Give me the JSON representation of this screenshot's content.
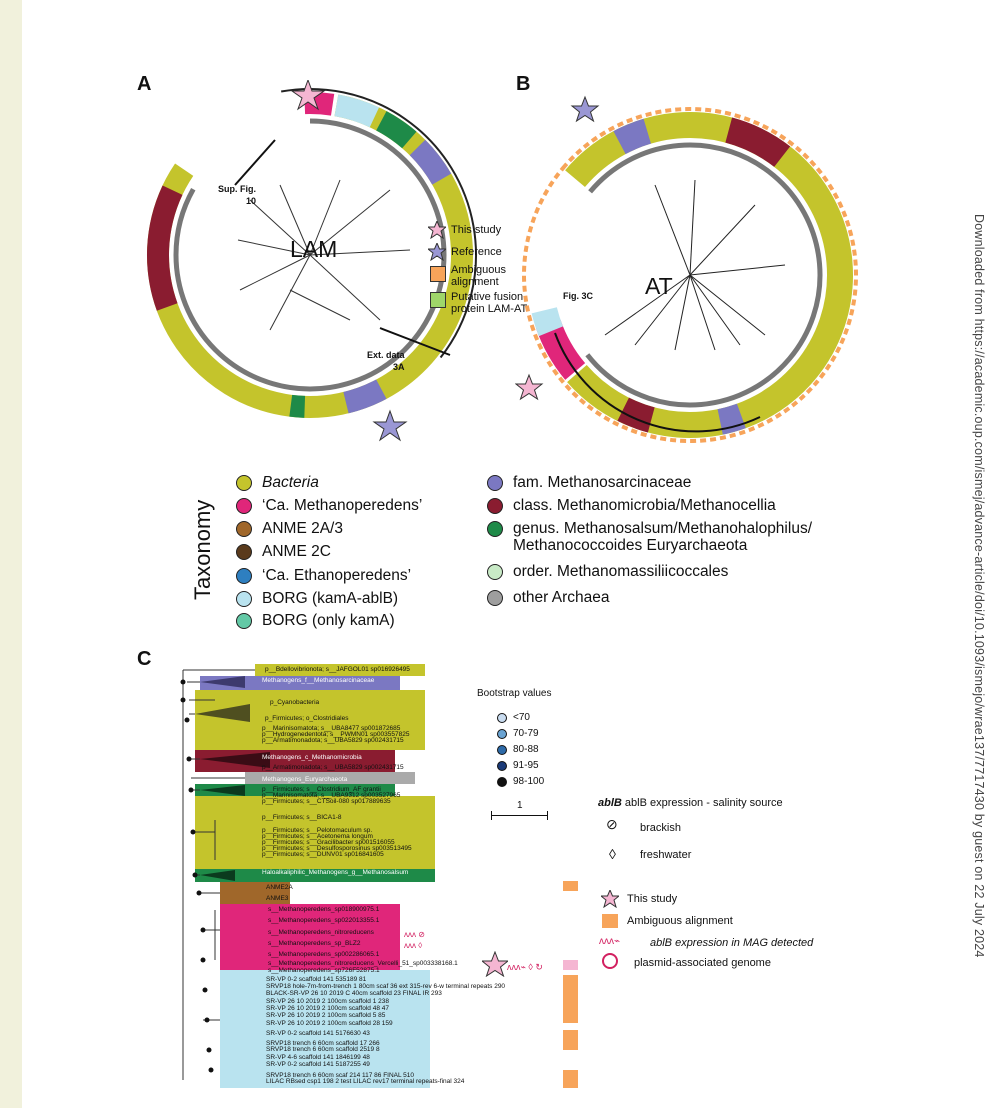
{
  "side_note": "Downloaded from https://academic.oup.com/ismej/advance-article/doi/10.1093/ismejo/wrae137/7717430 by guest on 22 July 2024",
  "panels": {
    "a": "A",
    "b": "B",
    "c": "C"
  },
  "tree_a": {
    "center": "LAM",
    "sup_fig": "Sup. Fig.\n10",
    "ext_data": "Ext. data\n3A"
  },
  "tree_b": {
    "center": "AT",
    "fig": "Fig. 3C"
  },
  "ab_legend": {
    "this_study": "This study",
    "reference": "Reference",
    "ambiguous": "Ambiguous alignment",
    "fusion": "Putative fusion protein LAM-AT"
  },
  "taxonomy": {
    "title": "Taxonomy",
    "left": [
      {
        "label": "Bacteria",
        "color": "#c4c42c"
      },
      {
        "label": "‘Ca. Methanoperedens’",
        "color": "#e0267a"
      },
      {
        "label": "ANME 2A/3",
        "color": "#a0672a"
      },
      {
        "label": "ANME 2C",
        "color": "#5a3a1c"
      },
      {
        "label": "‘Ca. Ethanoperedens’",
        "color": "#2e7fc0"
      },
      {
        "label": "BORG (kamA-ablB)",
        "color": "#b9e3ef"
      },
      {
        "label": "BORG (only kamA)",
        "color": "#63c9a6"
      }
    ],
    "right": [
      {
        "label": "fam. Methanosarcinaceae",
        "color": "#7b78c2"
      },
      {
        "label": "class. Methanomicrobia/Methanocellia",
        "color": "#8a1c30"
      },
      {
        "label": "genus. Methanosalsum/Methanohalophilus/ Methanococcoides Euryarchaeota",
        "color": "#1e8a48"
      },
      {
        "label": "order. Methanomassiliicoccales",
        "color": "#c8eac6"
      },
      {
        "label": "other Archaea",
        "color": "#9e9e9e"
      }
    ]
  },
  "panel_c": {
    "labels": [
      "p__Bdellovibrionota; s__JAFGOL01 sp016926495",
      "Methanogens_f__Methanosarcinaceae",
      "p_Cyanobacteria",
      "p_Firmicutes; o_Clostridiales",
      "p__Marinisomatota; s__UBA8477 sp001872685",
      "p__Hydrogenedentota; s__PWMN01 sp003557825",
      "p__Armatimonadota; s__UBA5829 sp002431715",
      "Methanogens_c_Methanomicrobia",
      "p__Armatimonadota; s__UBA5829 sp002431715",
      "Methanogens_Euryarchaeota",
      "p__Firmicutes; s__Clostridium_AF grantii",
      "p__Marinisomatota; s__UBA9312 sp003527965",
      "p__Firmicutes; s__CTSoil-080 sp017889635",
      "p__Firmicutes; s__BICA1-8",
      "p__Firmicutes; s__Pelotomaculum sp.",
      "p__Firmicutes; s__Acetonema longum",
      "p__Firmicutes; s__Gracilibacter sp001516055",
      "p__Firmicutes; s__Desulfosporosinus sp003513495",
      "p__Firmicutes; s__DUNV01 sp016841605",
      "Haloalkaliphilic_Methanogens_g__Methanosalsum",
      "ANME2A",
      "ANME3",
      "s__Methanoperedens_sp018900975.1",
      "s__Methanoperedens_sp022013355.1",
      "s__Methanoperedens_nitroreducens",
      "s__Methanoperedens_sp_BLZ2",
      "s__Methanoperedens_sp002286065.1",
      "s__Methanoperedens_nitroreducens_Vercelli_51_sp003338168.1",
      "s__Methanoperedens_sp726F52875.1",
      "SR-VP 0-2 scaffold 141 535189 81",
      "SRVP18 hole-7m-from-trench 1 80cm scaf 36 ext 315-rev 6-w terminal repeats 290",
      "BLACK-SR-VP 26 10 2019 C 40cm scaffold 23 FINAL IR 293",
      "SR-VP 26 10 2019 2 100cm scaffold 1 238",
      "SR-VP 26 10 2019 2 100cm scaffold 48 47",
      "SR-VP 26 10 2019 2 100cm scaffold 5 85",
      "SR-VP 26 10 2019 2 100cm scaffold 28 159",
      "SR-VP 0-2 scaffold 141 5176630 43",
      "SRVP18 trench 6 60cm scaffold 17 266",
      "SRVP18 trench 6 60cm scaffold 2519 8",
      "SR-VP 4-6 scaffold 141 1846199 48",
      "SR-VP 0-2 scaffold 141 5187255 49",
      "SRVP18 trench 6 60cm scaf 214 117 86 FINAL 510",
      "LILAC RBsed csp1 198 2 test LILAC rev17 terminal repeats-final 324"
    ],
    "bootstrap": {
      "title": "Bootstrap values",
      "items": [
        {
          "label": "<70",
          "color": "#c9dcf0"
        },
        {
          "label": "70-79",
          "color": "#6aa3d2"
        },
        {
          "label": "80-88",
          "color": "#2d6aa8"
        },
        {
          "label": "91-95",
          "color": "#1a3a78"
        },
        {
          "label": "98-100",
          "color": "#111111"
        }
      ]
    },
    "scale": "1",
    "expr_title": "ablB expression - salinity source",
    "brackish": "brackish",
    "freshwater": "freshwater",
    "this_study": "This study",
    "ambiguous": "Ambiguous alignment",
    "ablb_expr": "ablB expression in MAG detected",
    "plasmid": "plasmid-associated genome"
  }
}
